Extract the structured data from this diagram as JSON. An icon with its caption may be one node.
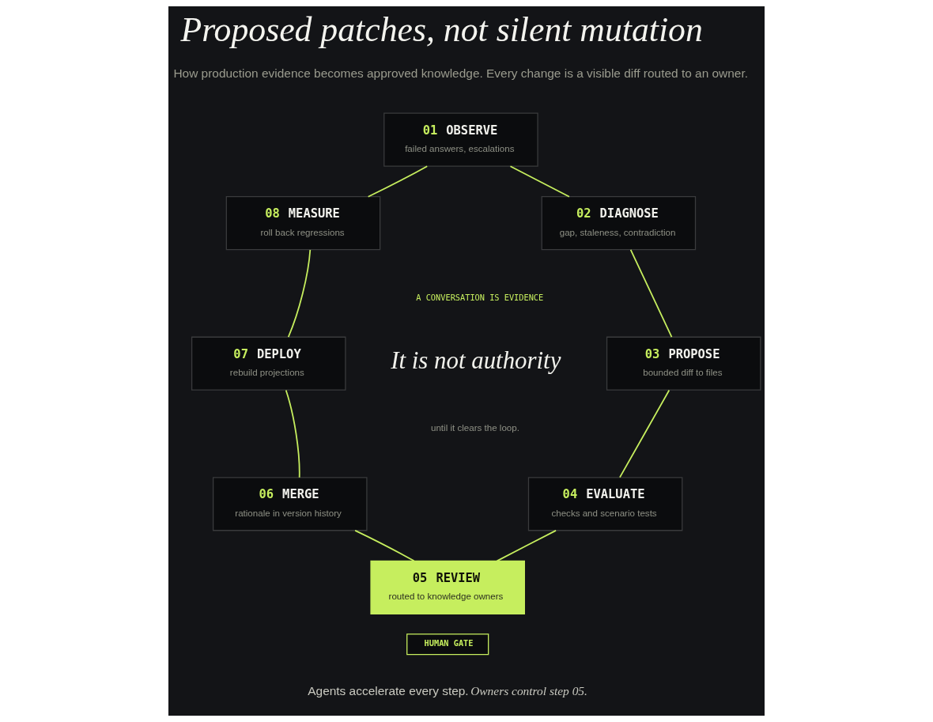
{
  "diagram": {
    "title": "Proposed patches, not silent mutation",
    "nodes": [
      {
        "text": [
          "01 OBSERVE",
          "failed answers, escalations"
        ]
      },
      {
        "text": [
          "02 DIAGNOSE",
          "gap, staleness, contradiction"
        ]
      },
      {
        "text": [
          "03 PROPOSE",
          "bounded diff to files"
        ]
      },
      {
        "text": [
          "04 EVALUATE",
          "checks and scenario tests"
        ]
      },
      {
        "text": [
          "05 REVIEW",
          "routed to knowledge owners"
        ]
      },
      {
        "text": [
          "06 MERGE",
          "rationale in version history"
        ]
      },
      {
        "text": [
          "07 DEPLOY",
          "rebuild projections"
        ]
      },
      {
        "text": [
          "08 MEASURE",
          "roll back regressions"
        ]
      },
      {
        "text": [
          "HUMAN GATE"
        ]
      }
    ],
    "edges": [
      {
        "from": 0,
        "to": 1,
        "arrow": "none"
      },
      {
        "from": 1,
        "to": 2,
        "arrow": "none"
      },
      {
        "from": 2,
        "to": 3,
        "arrow": "none"
      },
      {
        "from": 3,
        "to": 4,
        "arrow": "none"
      },
      {
        "from": 4,
        "to": 5,
        "arrow": "none"
      },
      {
        "from": 5,
        "to": 6,
        "arrow": "none"
      },
      {
        "from": 6,
        "to": 7,
        "arrow": "none"
      },
      {
        "from": 7,
        "to": 0,
        "arrow": "none"
      }
    ],
    "labels": [
      "How production evidence becomes approved knowledge. Every change is a visible diff routed to an owner.",
      "A CONVERSATION IS EVIDENCE",
      "It is not authority",
      "until it clears the loop.",
      "Agents accelerate every step. *Owners control step 05.*"
    ]
  }
}
